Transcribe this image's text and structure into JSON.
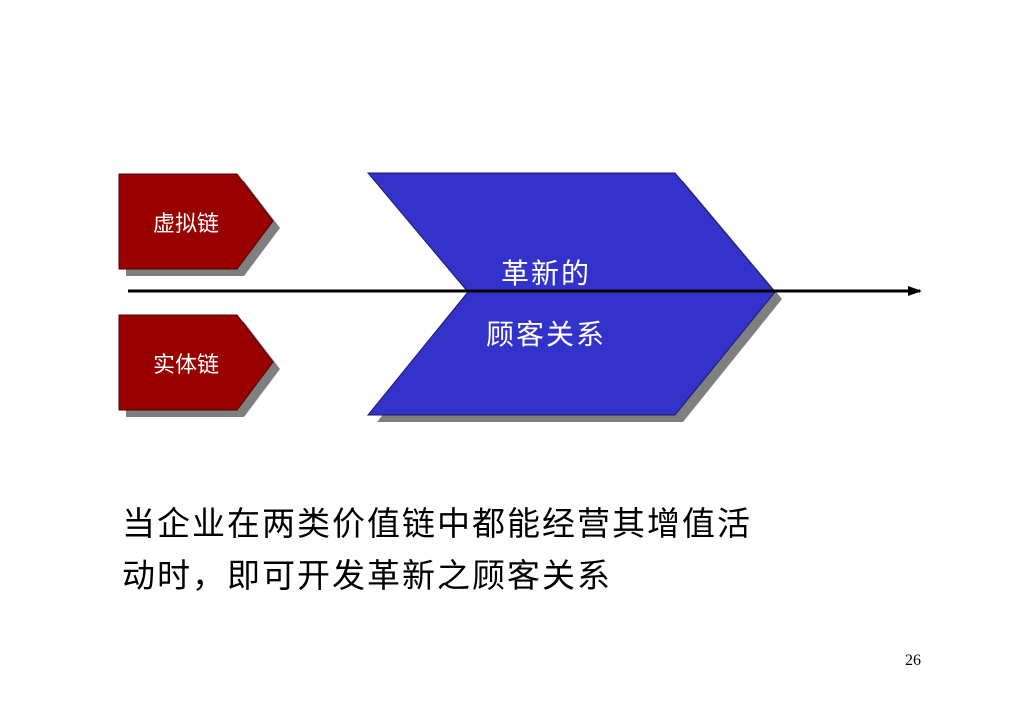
{
  "diagram": {
    "virtual_chain": {
      "label": "虚拟链",
      "color": "#990000"
    },
    "physical_chain": {
      "label": "实体链",
      "color": "#990000"
    },
    "innovation": {
      "line1": "革新的",
      "line2": "顾客关系",
      "color": "#3333CC"
    }
  },
  "body_text": {
    "line1": "当企业在两类价值链中都能经营其增值活",
    "line2": "动时，即可开发革新之顾客关系"
  },
  "page_number": "26"
}
